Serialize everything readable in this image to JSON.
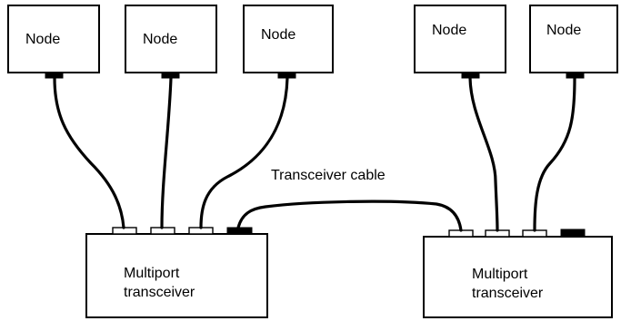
{
  "nodes": [
    {
      "label": "Node"
    },
    {
      "label": "Node"
    },
    {
      "label": "Node"
    },
    {
      "label": "Node"
    },
    {
      "label": "Node"
    }
  ],
  "transceivers": [
    {
      "line1": "Multiport",
      "line2": "transceiver"
    },
    {
      "line1": "Multiport",
      "line2": "transceiver"
    }
  ],
  "cable_label": "Transceiver cable",
  "colors": {
    "line": "#000000",
    "background": "#ffffff"
  }
}
